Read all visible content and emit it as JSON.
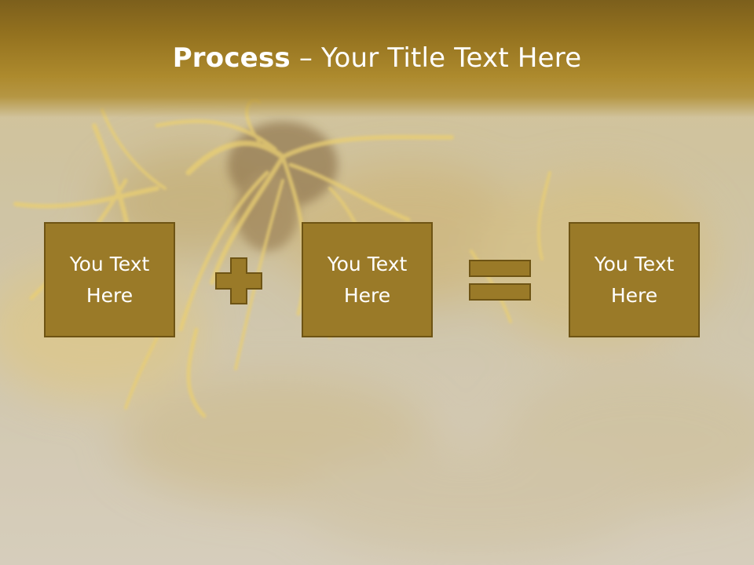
{
  "slide": {
    "title_bold": "Process",
    "title_rest": " – Your Title Text Here",
    "boxes": [
      {
        "text": "You Text\nHere"
      },
      {
        "text": "You Text\nHere"
      },
      {
        "text": "You Text\nHere"
      }
    ],
    "operators": [
      "plus-icon",
      "equals-icon"
    ]
  },
  "colors": {
    "title_band": "#94721f",
    "box_fill": "#9a7a28",
    "box_border": "#6e5414",
    "text": "#ffffff"
  }
}
